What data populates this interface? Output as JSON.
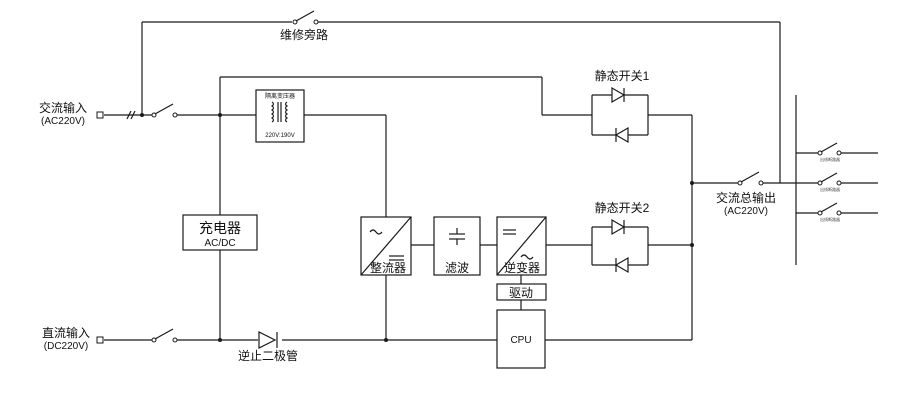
{
  "labels": {
    "maintenance_bypass": "维修旁路",
    "static_switch_1": "静态开关1",
    "static_switch_2": "静态开关2",
    "ac_input": "交流输入",
    "ac_input_rating": "(AC220V)",
    "isolation_transformer": "隔离变压器",
    "transformer_ratio": "220V:190V",
    "charger": "充电器",
    "charger_type": "AC/DC",
    "rectifier": "整流器",
    "filter": "滤波",
    "inverter": "逆变器",
    "driver": "驱动",
    "cpu": "CPU",
    "dc_input": "直流输入",
    "dc_input_rating": "(DC220V)",
    "blocking_diode": "逆止二极管",
    "ac_main_output": "交流总输出",
    "ac_output_rating": "(AC220V)",
    "branch_1": "出线断路器",
    "branch_2": "出线断路器",
    "branch_3": "出线断路器"
  }
}
